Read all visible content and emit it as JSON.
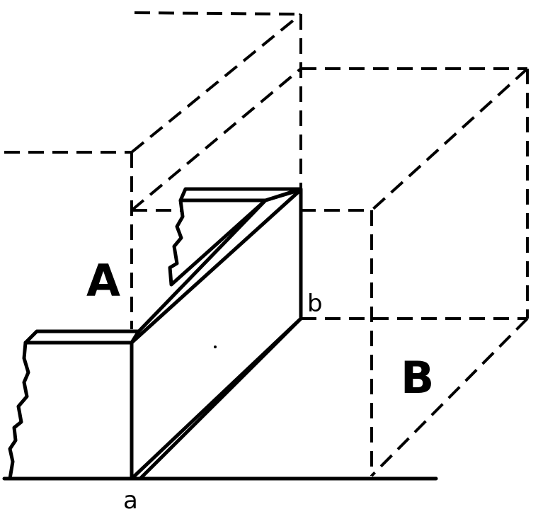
{
  "labels": {
    "region_a": "A",
    "region_b": "B",
    "point_a": "a",
    "point_b": "b"
  },
  "colors": {
    "ink": "#000000",
    "paper": "#ffffff"
  }
}
